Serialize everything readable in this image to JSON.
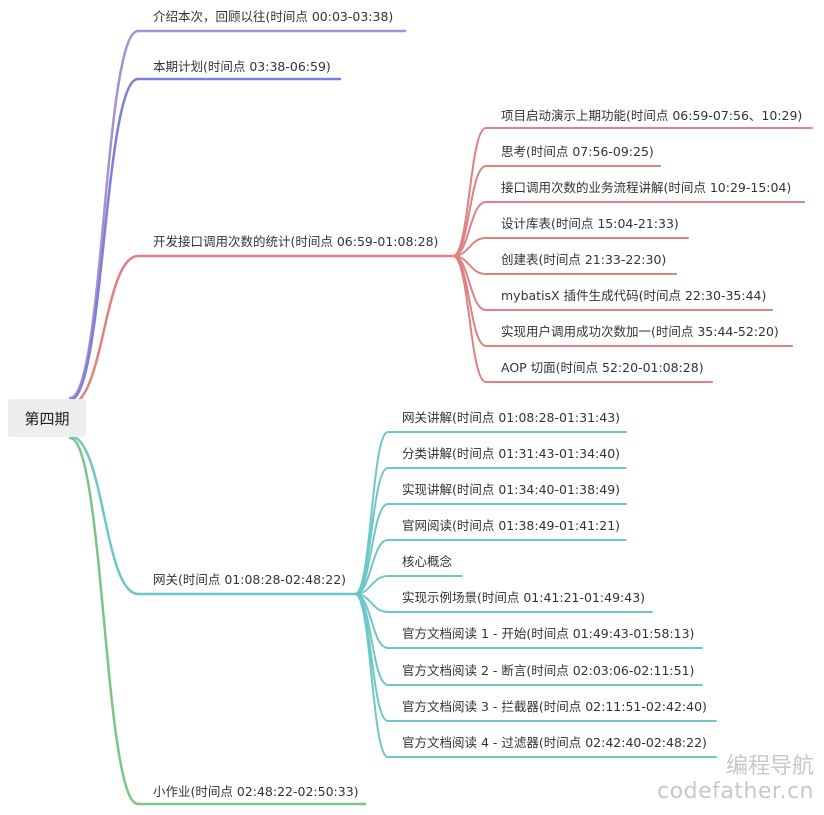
{
  "root": {
    "label": "第四期"
  },
  "branches": {
    "intro": {
      "label": "介绍本次，回顾以往(时间点 00:03-03:38)",
      "color": "#a98fd6"
    },
    "plan": {
      "label": "本期计划(时间点 03:38-06:59)",
      "color": "#7b82d6"
    },
    "dev": {
      "label": "开发接口调用次数的统计(时间点 06:59-01:08:28)",
      "color": "#e08080",
      "children": [
        "项目启动演示上期功能(时间点 06:59-07:56、10:29)",
        "思考(时间点 07:56-09:25)",
        "接口调用次数的业务流程讲解(时间点 10:29-15:04)",
        "设计库表(时间点 15:04-21:33)",
        "创建表(时间点 21:33-22:30)",
        "mybatisX 插件生成代码(时间点 22:30-35:44)",
        "实现用户调用成功次数加一(时间点 35:44-52:20)",
        "AOP 切面(时间点 52:20-01:08:28)"
      ]
    },
    "gateway": {
      "label": "网关(时间点 01:08:28-02:48:22)",
      "color": "#6ec6c6",
      "children": [
        "网关讲解(时间点 01:08:28-01:31:43)",
        "分类讲解(时间点 01:31:43-01:34:40)",
        "实现讲解(时间点 01:34:40-01:38:49)",
        "官网阅读(时间点 01:38:49-01:41:21)",
        "核心概念",
        "实现示例场景(时间点 01:41:21-01:49:43)",
        "官方文档阅读 1 - 开始(时间点 01:49:43-01:58:13)",
        "官方文档阅读 2 - 断言(时间点 02:03:06-02:11:51)",
        "官方文档阅读 3 - 拦截器(时间点 02:11:51-02:42:40)",
        "官方文档阅读 4 - 过滤器(时间点 02:42:40-02:48:22)"
      ]
    },
    "homework": {
      "label": "小作业(时间点 02:48:22-02:50:33)",
      "color": "#7cc48a"
    }
  },
  "watermark": {
    "cn": "编程导航",
    "en": "codefather.cn"
  }
}
